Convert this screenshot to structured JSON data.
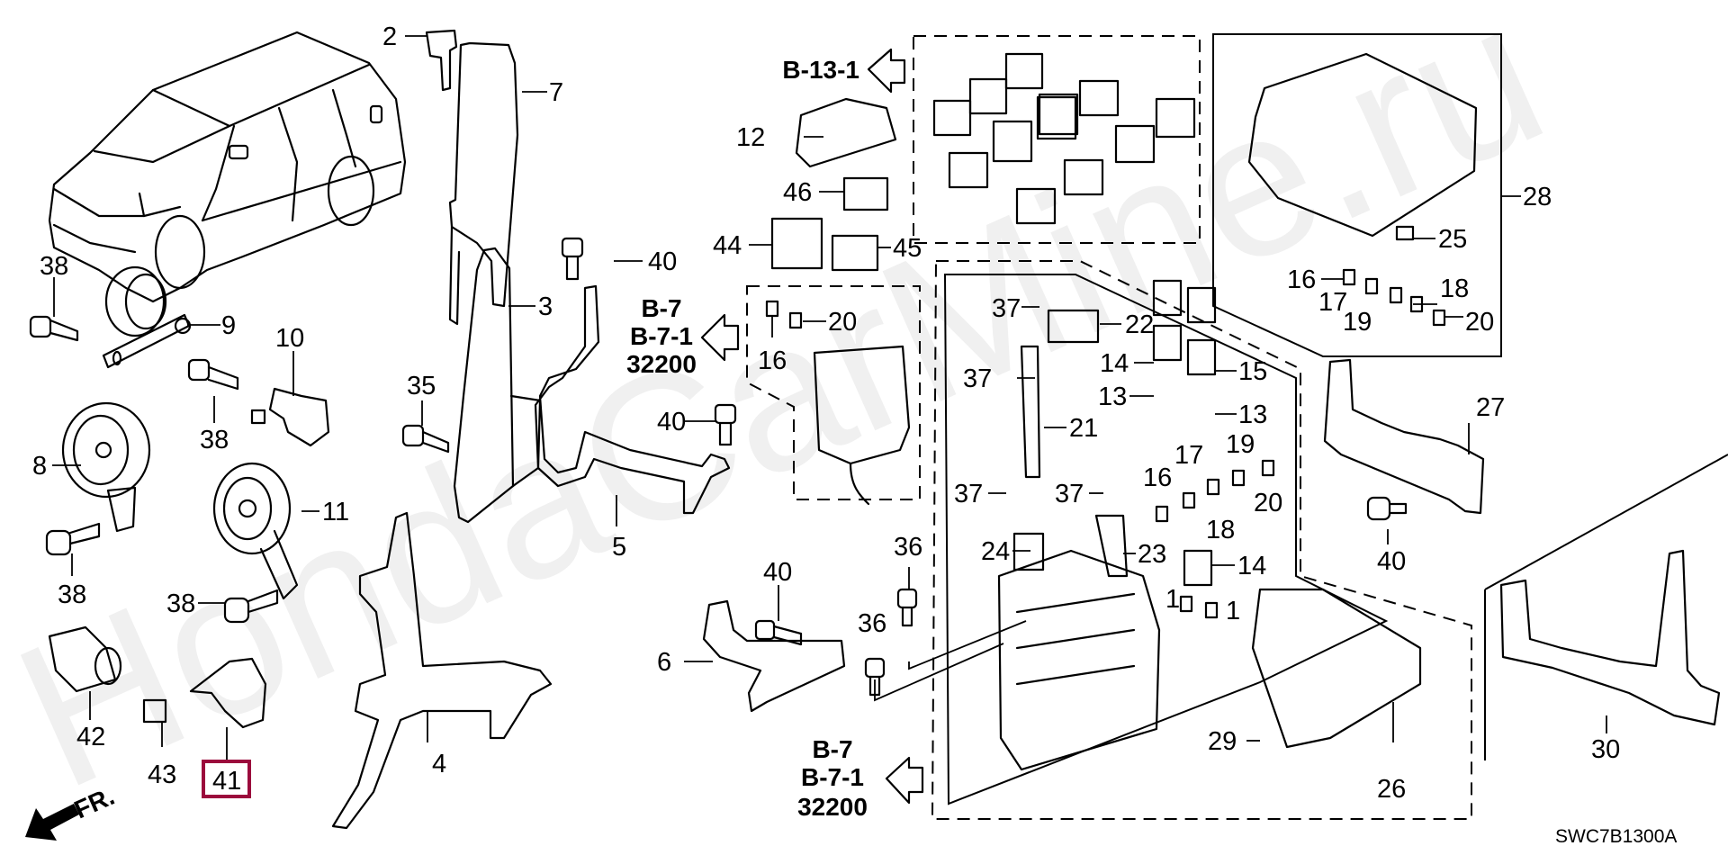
{
  "diagram": {
    "title_code": "SWC7B1300A",
    "watermark": "HondaCarMine.ru",
    "direction_marker": "FR.",
    "highlight_color": "#9b0a3c",
    "highlighted_part": "41",
    "reference_arrows": [
      {
        "id": "ref-top",
        "lines": [
          "B-13-1"
        ]
      },
      {
        "id": "ref-mid",
        "lines": [
          "B-7",
          "B-7-1",
          "32200"
        ]
      },
      {
        "id": "ref-bottom",
        "lines": [
          "B-7",
          "B-7-1",
          "32200"
        ]
      }
    ],
    "callouts": [
      {
        "num": "2"
      },
      {
        "num": "7"
      },
      {
        "num": "3"
      },
      {
        "num": "35"
      },
      {
        "num": "38"
      },
      {
        "num": "9"
      },
      {
        "num": "10"
      },
      {
        "num": "38"
      },
      {
        "num": "8"
      },
      {
        "num": "11"
      },
      {
        "num": "38"
      },
      {
        "num": "38"
      },
      {
        "num": "42"
      },
      {
        "num": "43"
      },
      {
        "num": "41"
      },
      {
        "num": "4"
      },
      {
        "num": "40"
      },
      {
        "num": "5"
      },
      {
        "num": "6"
      },
      {
        "num": "40"
      },
      {
        "num": "40"
      },
      {
        "num": "12"
      },
      {
        "num": "46"
      },
      {
        "num": "44"
      },
      {
        "num": "45"
      },
      {
        "num": "16"
      },
      {
        "num": "20"
      },
      {
        "num": "36"
      },
      {
        "num": "36"
      },
      {
        "num": "37"
      },
      {
        "num": "22"
      },
      {
        "num": "37"
      },
      {
        "num": "21"
      },
      {
        "num": "14"
      },
      {
        "num": "15"
      },
      {
        "num": "13"
      },
      {
        "num": "13"
      },
      {
        "num": "37"
      },
      {
        "num": "37"
      },
      {
        "num": "24"
      },
      {
        "num": "23"
      },
      {
        "num": "16"
      },
      {
        "num": "17"
      },
      {
        "num": "18"
      },
      {
        "num": "19"
      },
      {
        "num": "20"
      },
      {
        "num": "14"
      },
      {
        "num": "1"
      },
      {
        "num": "1"
      },
      {
        "num": "29"
      },
      {
        "num": "26"
      },
      {
        "num": "28"
      },
      {
        "num": "25"
      },
      {
        "num": "16"
      },
      {
        "num": "17"
      },
      {
        "num": "18"
      },
      {
        "num": "19"
      },
      {
        "num": "20"
      },
      {
        "num": "27"
      },
      {
        "num": "40"
      },
      {
        "num": "30"
      }
    ]
  }
}
